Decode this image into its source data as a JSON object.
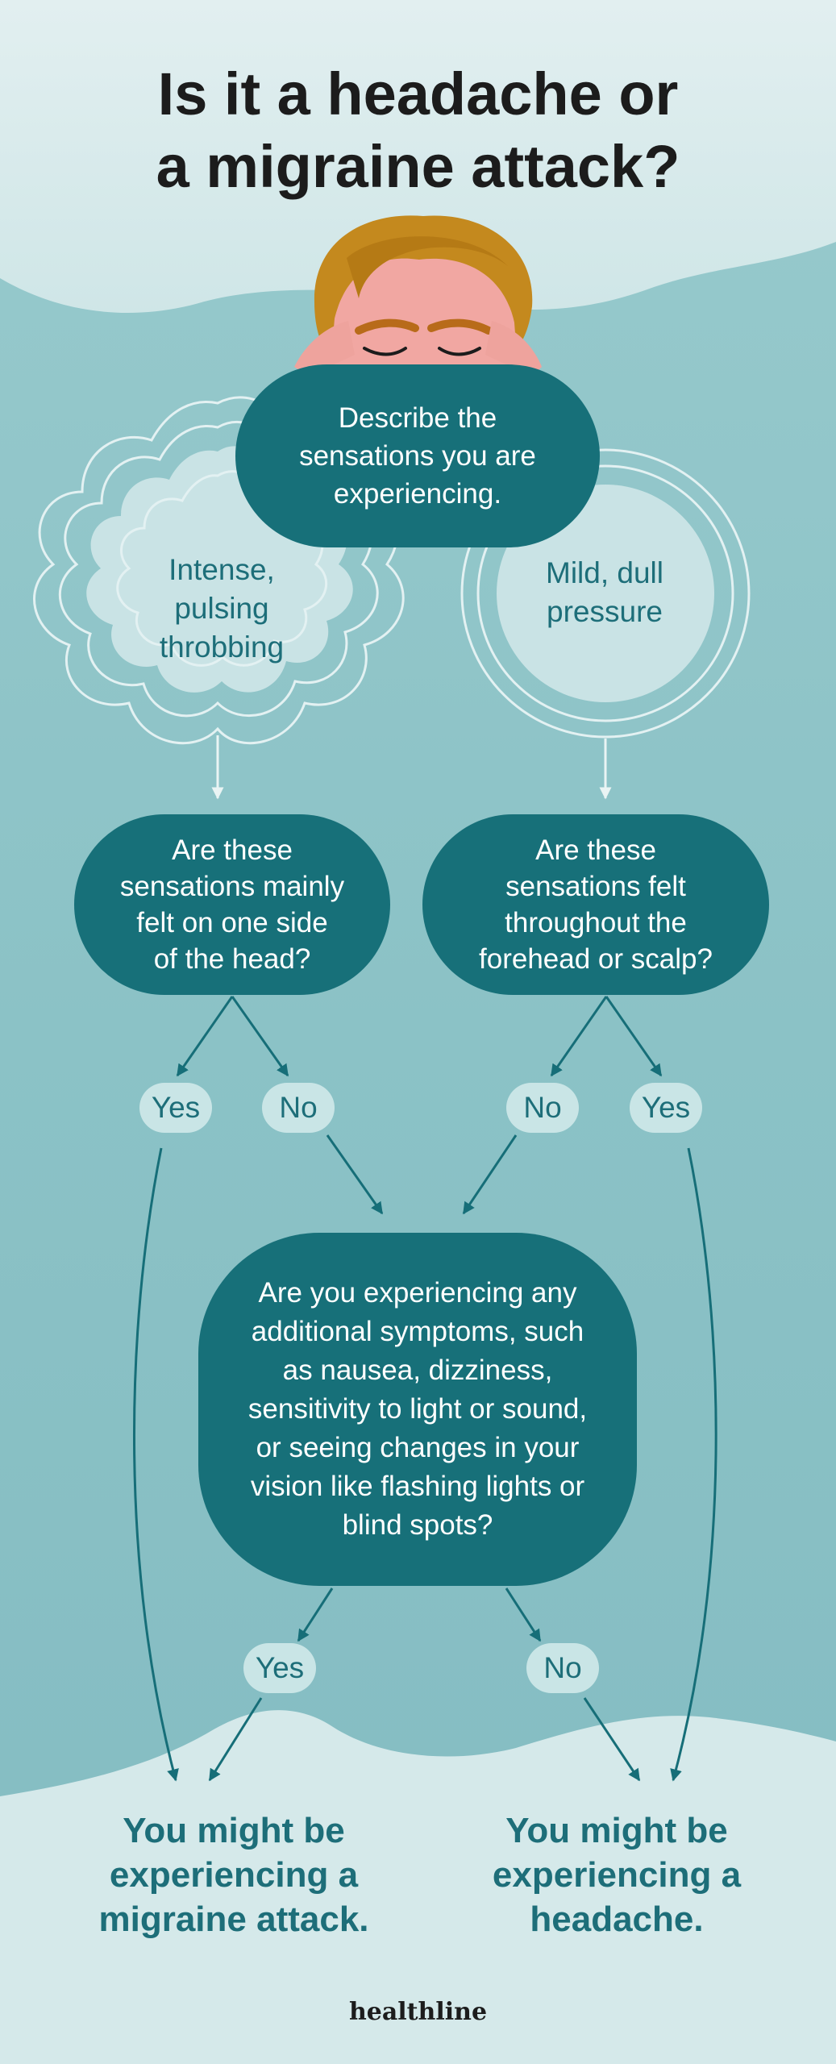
{
  "title": {
    "line1": "Is it a headache or",
    "line2": "a migraine attack?"
  },
  "start": {
    "lines": [
      "Describe the",
      "sensations you are",
      "experiencing."
    ]
  },
  "options": {
    "intense": {
      "lines": [
        "Intense,",
        "pulsing",
        "throbbing"
      ]
    },
    "mild": {
      "lines": [
        "Mild, dull",
        "pressure"
      ]
    }
  },
  "question_one_side": {
    "lines": [
      "Are these",
      "sensations mainly",
      "felt on one side",
      "of the head?"
    ]
  },
  "question_throughout": {
    "lines": [
      "Are these",
      "sensations felt",
      "throughout the",
      "forehead or scalp?"
    ]
  },
  "question_symptoms": {
    "lines": [
      "Are you experiencing any",
      "additional symptoms, such",
      "as nausea, dizziness,",
      "sensitivity to light or sound,",
      "or seeing changes in your",
      "vision like flashing lights or",
      "blind spots?"
    ]
  },
  "answers": {
    "yes": "Yes",
    "no": "No"
  },
  "results": {
    "migraine": {
      "lines": [
        "You might be",
        "experiencing a",
        "migraine attack."
      ]
    },
    "headache": {
      "lines": [
        "You might be",
        "experiencing a",
        "headache."
      ]
    }
  },
  "brand": "healthline",
  "colors": {
    "node": "#177079",
    "text_dark": "#1d6e79",
    "pill": "#c9e5e6",
    "background": "#8bc2c6"
  }
}
